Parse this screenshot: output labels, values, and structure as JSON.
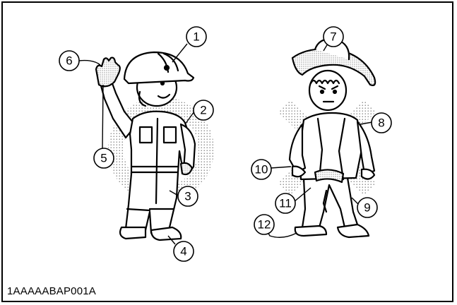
{
  "figure": {
    "code": "1AAAAABAP001A",
    "callouts": [
      {
        "num": "1"
      },
      {
        "num": "2"
      },
      {
        "num": "3"
      },
      {
        "num": "4"
      },
      {
        "num": "5"
      },
      {
        "num": "6"
      },
      {
        "num": "7"
      },
      {
        "num": "8"
      },
      {
        "num": "9"
      },
      {
        "num": "10"
      },
      {
        "num": "11"
      },
      {
        "num": "12"
      }
    ]
  }
}
